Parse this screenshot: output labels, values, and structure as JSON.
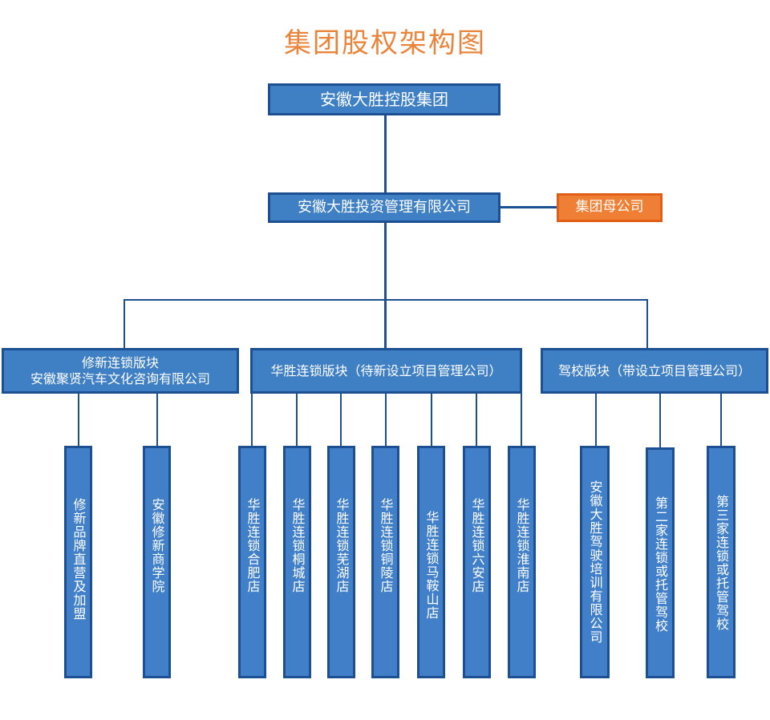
{
  "title": "集团股权架构图",
  "colors": {
    "title": "#e9843a",
    "box_fill": "#3f7fc4",
    "box_border": "#1d4f93",
    "accent_fill": "#ee7f34",
    "accent_border": "#e15e16"
  },
  "root": {
    "label": "安徽大胜控股集团"
  },
  "holding": {
    "label": "安徽大胜投资管理有限公司"
  },
  "parent_tag": {
    "label": "集团母公司"
  },
  "segments": {
    "repair": {
      "line1": "修新连锁版块",
      "line2": "安徽聚贤汽车文化咨询有限公司"
    },
    "chain": {
      "label": "华胜连锁版块（待新设立项目管理公司）"
    },
    "school": {
      "label": "驾校版块（带设立项目管理公司）"
    }
  },
  "units": {
    "repair": [
      "修新品牌直营及加盟",
      "安徽修新商学院"
    ],
    "chain": [
      "华胜连锁合肥店",
      "华胜连锁桐城店",
      "华胜连锁芜湖店",
      "华胜连锁铜陵店",
      "华胜连锁马鞍山店",
      "华胜连锁六安店",
      "华胜连锁淮南店"
    ],
    "school": [
      "安徽大胜驾驶培训有限公司",
      "第二家连锁或托管驾校",
      "第三家连锁或托管驾校"
    ]
  }
}
